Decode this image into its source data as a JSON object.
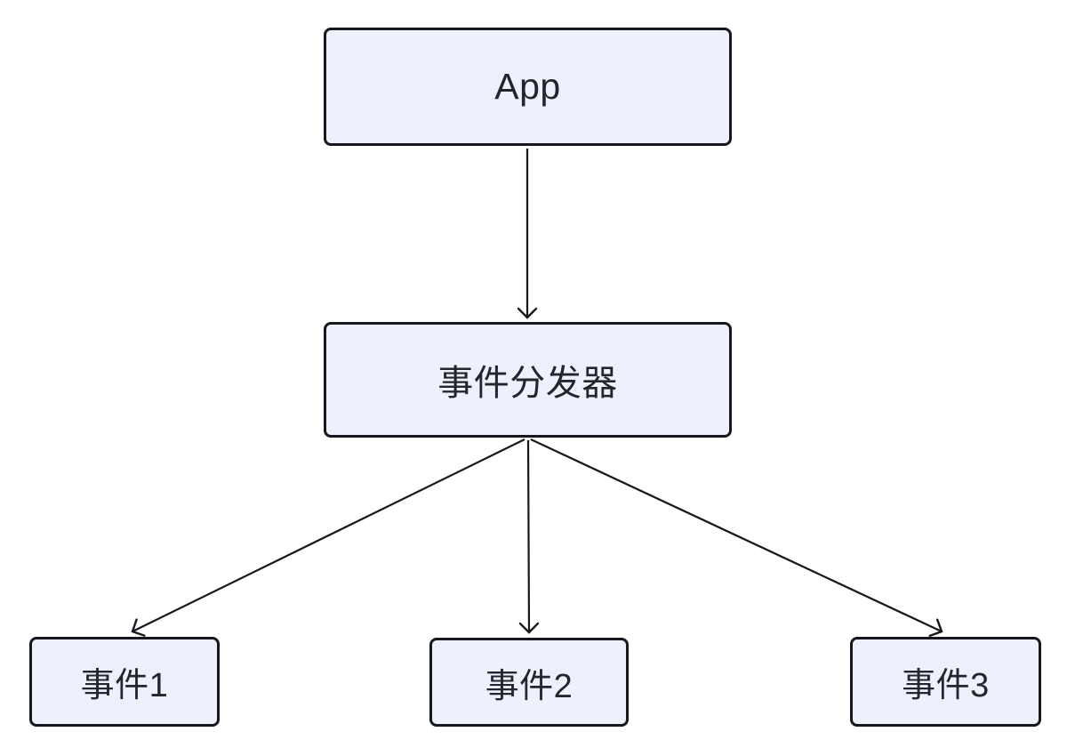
{
  "diagram": {
    "type": "flowchart",
    "background_color": "#ffffff",
    "node_fill_color": "#edf1fb",
    "node_border_color": "#16181d",
    "text_color": "#22262e",
    "arrow_color": "#16181d",
    "nodes": [
      {
        "id": "app",
        "label": "App"
      },
      {
        "id": "dispatcher",
        "label": "事件分发器"
      },
      {
        "id": "event1",
        "label": "事件1"
      },
      {
        "id": "event2",
        "label": "事件2"
      },
      {
        "id": "event3",
        "label": "事件3"
      }
    ],
    "edges": [
      {
        "from": "app",
        "to": "dispatcher"
      },
      {
        "from": "dispatcher",
        "to": "event1"
      },
      {
        "from": "dispatcher",
        "to": "event2"
      },
      {
        "from": "dispatcher",
        "to": "event3"
      }
    ]
  }
}
